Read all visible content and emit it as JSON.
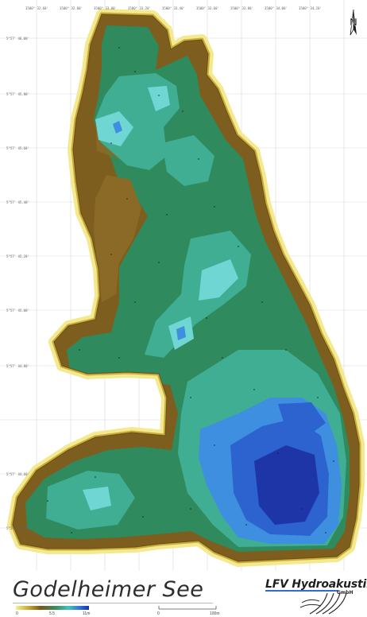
{
  "map": {
    "title": "Godelheimer See",
    "north_label": "N",
    "top_ticks": [
      "3500° 32.60'",
      "3500° 32.80'",
      "3500° 33.00'",
      "3500° 33.20'",
      "3500° 33.40'",
      "3500° 33.60'",
      "3500° 33.80'",
      "3500° 34.00'",
      "3500° 34.20'"
    ],
    "left_ticks": [
      "5°57' 46.00'",
      "5°57' 45.80'",
      "5°57' 45.60'",
      "5°57' 45.40'",
      "5°57' 45.20'",
      "5°57' 45.00'",
      "5°57' 44.80'",
      "5°57' 44.60'",
      "5°57' 44.40'"
    ],
    "depth_legend": {
      "labels": [
        "0",
        "5.5",
        "11m"
      ]
    },
    "scale_bar": {
      "labels": [
        "0",
        "100m"
      ]
    },
    "colors": {
      "shore": "#f0e37a",
      "shallow": "#8a6a22",
      "mid": "#3c8f66",
      "deep_teal": "#52c0b3",
      "deep": "#2b73d4",
      "deepest": "#1f2fa6"
    }
  },
  "company": {
    "name": "LFV Hydroakustik",
    "suffix": "GmbH"
  }
}
